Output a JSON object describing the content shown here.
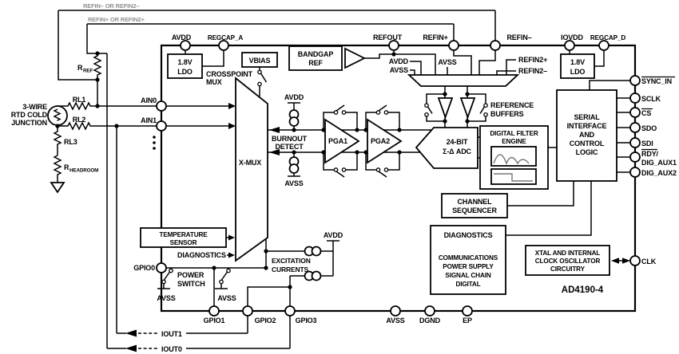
{
  "figure": {
    "part_number": "AD4190-4"
  },
  "notes": {
    "refin_minus": "REFIN– OR REFIN2–",
    "refin_plus": "REFIN+ OR REFIN2+"
  },
  "pins": {
    "top": [
      "AVDD",
      "REGCAP_A",
      "REFOUT",
      "REFIN+",
      "REFIN–",
      "IOVDD",
      "REGCAP_D"
    ],
    "left": [
      "AIN0",
      "AIN1",
      "GPIO0"
    ],
    "right": [
      "SYNC_IN",
      "SCLK",
      "CS",
      "SDO",
      "SDI",
      "RDY/",
      "DIG_AUX1",
      "DIG_AUX2",
      "CLK"
    ],
    "bottom": [
      "GPIO1",
      "GPIO2",
      "GPIO3",
      "AVSS",
      "DGND",
      "EP"
    ]
  },
  "supplies": {
    "avdd": "AVDD",
    "avss": "AVSS"
  },
  "external": {
    "rtd_line1": "3-WIRE",
    "rtd_line2": "RTD COLD",
    "rtd_line3": "JUNCTION",
    "rl1": "RL1",
    "rl2": "RL2",
    "rl3": "RL3",
    "r_base": "R",
    "r_ref_sub": "REF",
    "r_headroom_sub": "HEADROOM",
    "iout1": "IOUT1",
    "iout0": "IOUT0"
  },
  "ref_inputs": {
    "refin2_plus": "REFIN2+",
    "refin2_minus": "REFIN2–"
  },
  "blocks": {
    "ldo_line1": "1.8V",
    "ldo_line2": "LDO",
    "vbias": "VBIAS",
    "crosspoint_line1": "CROSSPOINT",
    "crosspoint_line2": "MUX",
    "bandgap_line1": "BANDGAP",
    "bandgap_line2": "REF",
    "xmux": "X-MUX",
    "burnout_line1": "BURNOUT",
    "burnout_line2": "DETECT",
    "pga1": "PGA1",
    "pga2": "PGA2",
    "adc_line1": "24-BIT",
    "adc_line2": "Σ-Δ ADC",
    "refbuf_line1": "REFERENCE",
    "refbuf_line2": "BUFFERS",
    "dfe_line1": "DIGITAL FILTER",
    "dfe_line2": "ENGINE",
    "serial_line1": "SERIAL",
    "serial_line2": "INTERFACE",
    "serial_line3": "AND",
    "serial_line4": "CONTROL",
    "serial_line5": "LOGIC",
    "chseq_line1": "CHANNEL",
    "chseq_line2": "SEQUENCER",
    "diag_title": "DIAGNOSTICS",
    "diag_line1": "COMMUNICATIONS",
    "diag_line2": "POWER SUPPLY",
    "diag_line3": "SIGNAL CHAIN",
    "diag_line4": "DIGITAL",
    "xtal_line1": "XTAL AND INTERNAL",
    "xtal_line2": "CLOCK OSCILLATOR",
    "xtal_line3": "CIRCUITRY",
    "temp_line1": "TEMPERATURE",
    "temp_line2": "SENSOR",
    "diagnostics_label": "DIAGNOSTICS",
    "power_switch_line1": "POWER",
    "power_switch_line2": "SWITCH",
    "excitation_line1": "EXCITATION",
    "excitation_line2": "CURRENTS"
  },
  "colors": {
    "line": "#000000",
    "note_gray": "#8f8f8f",
    "curve_gray": "#777777",
    "background": "#ffffff"
  }
}
